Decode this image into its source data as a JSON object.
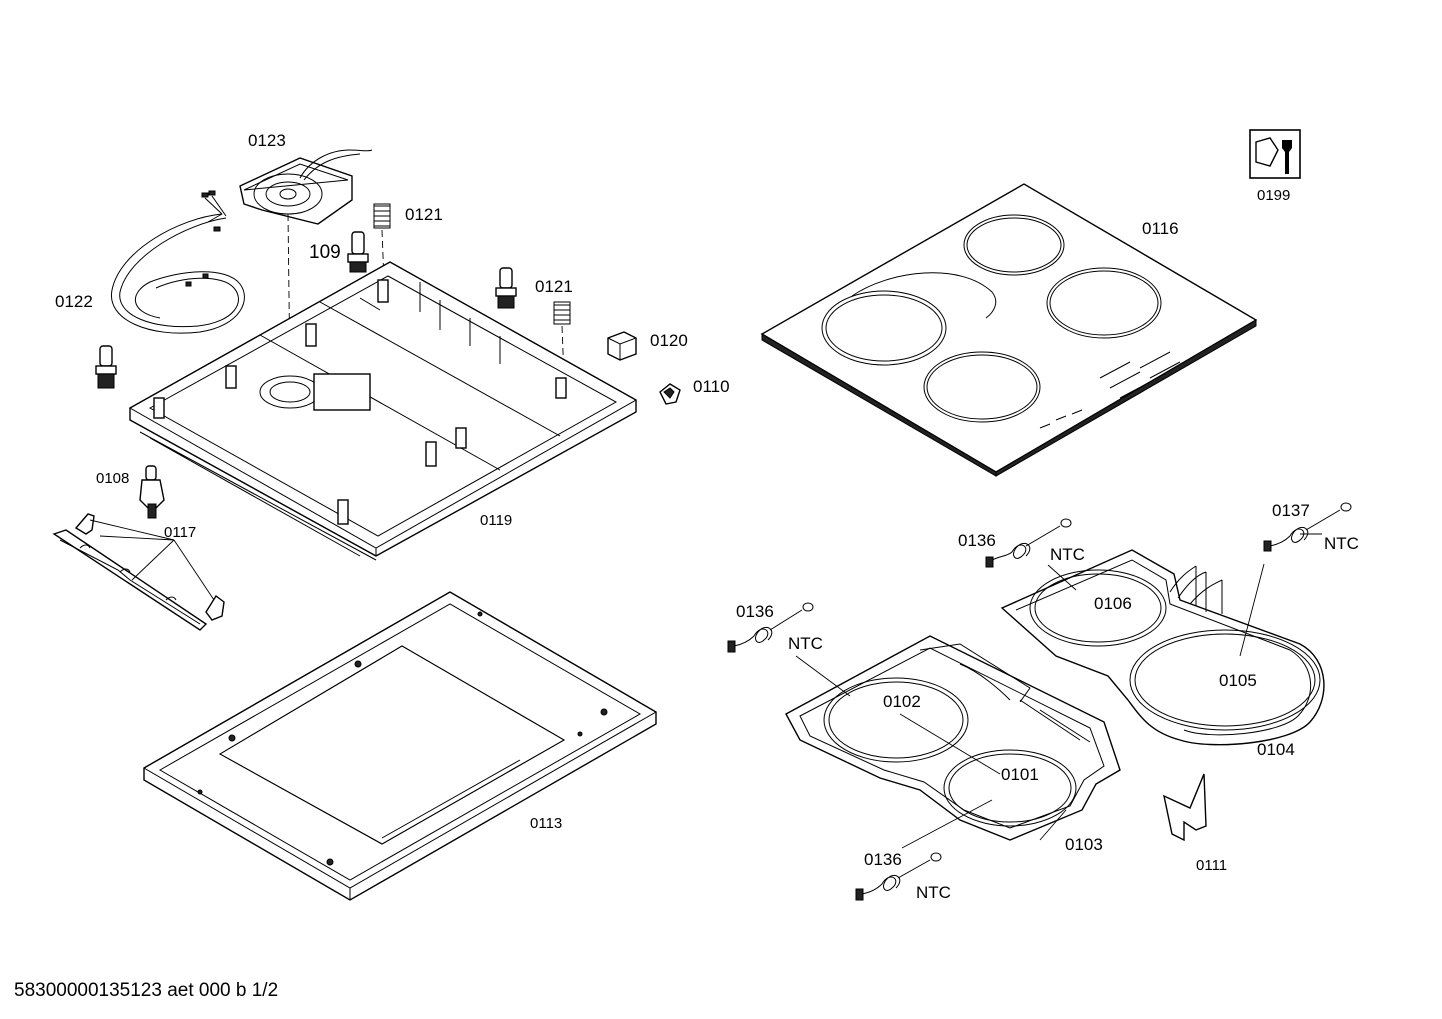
{
  "diagram": {
    "labels": {
      "p0123": "0123",
      "p0121a": "0121",
      "p109": "109",
      "p0121b": "0121",
      "p0122": "0122",
      "p0120": "0120",
      "p0110": "0110",
      "p0108": "0108",
      "p0117": "0117",
      "p0119": "0119",
      "p0113": "0113",
      "p0199": "0199",
      "p0116": "0116",
      "p0136a": "0136",
      "p0137": "0137",
      "ntc1": "NTC",
      "ntc2": "NTC",
      "p0106": "0106",
      "p0136b": "0136",
      "ntc3": "NTC",
      "p0102": "0102",
      "p0105": "0105",
      "p0104": "0104",
      "p0101": "0101",
      "p0103": "0103",
      "p0136c": "0136",
      "ntc4": "NTC",
      "p0111": "0111"
    },
    "icons": [
      "service-tool-icon"
    ]
  },
  "footer": {
    "document_code": "58300000135123 aet 000 b 1/2"
  }
}
